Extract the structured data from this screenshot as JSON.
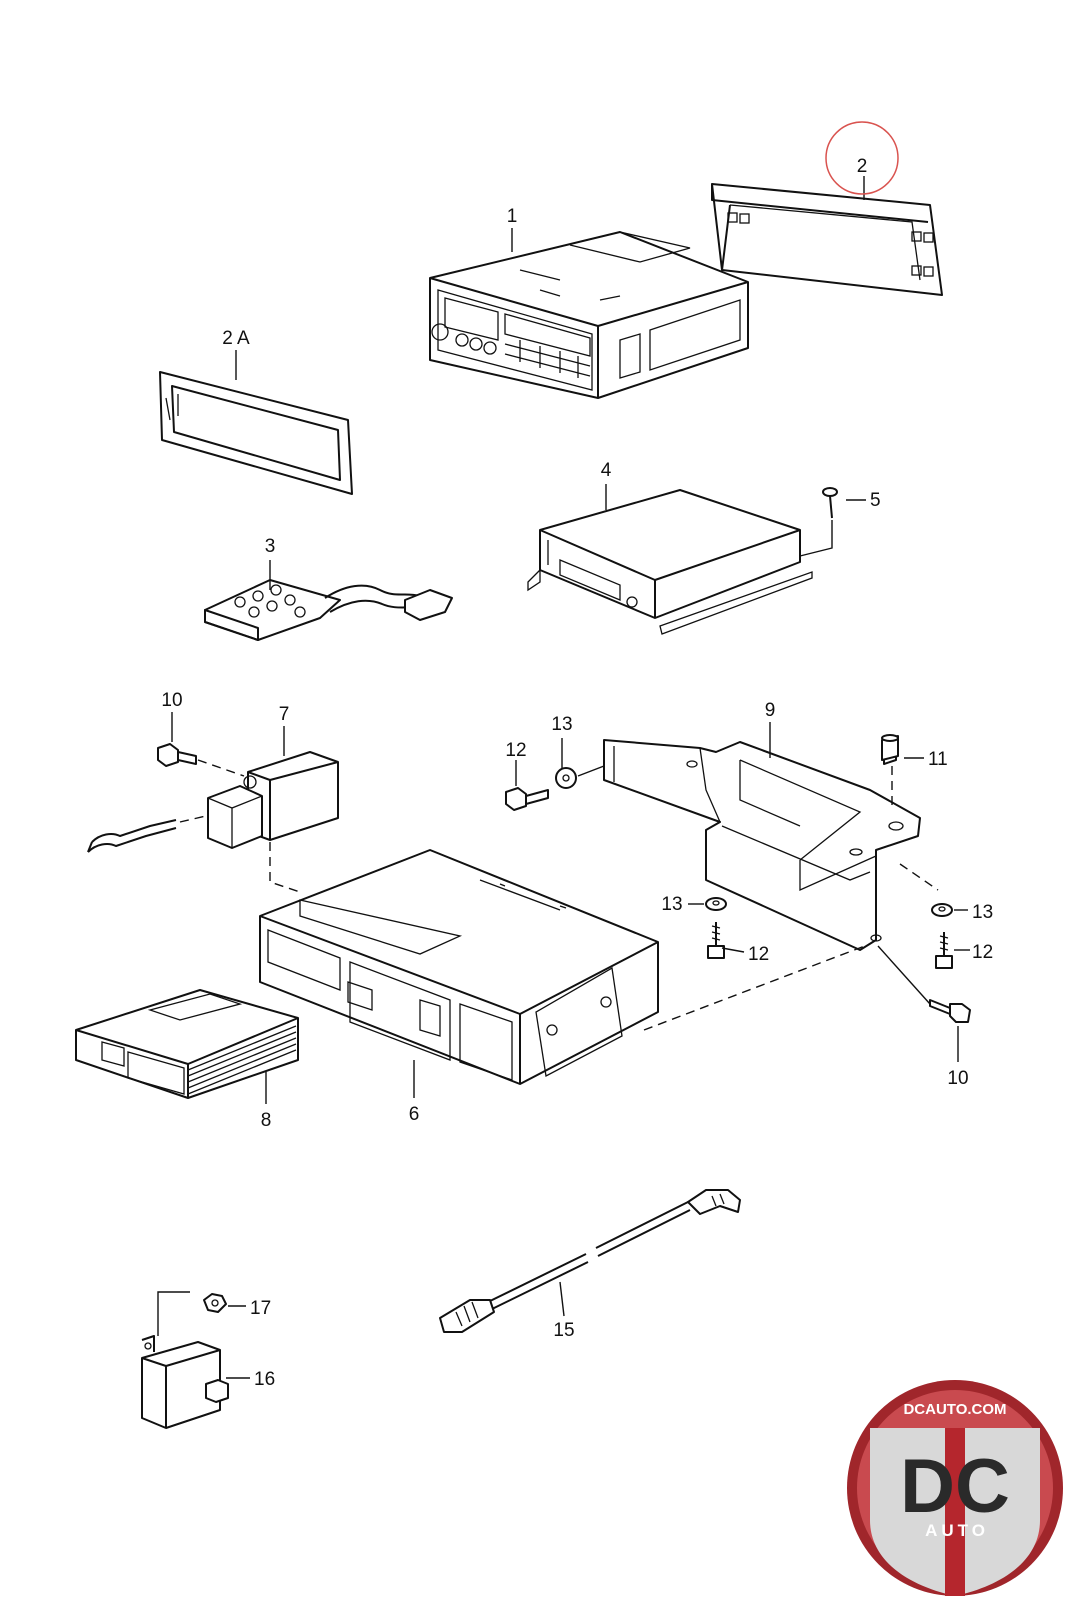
{
  "callouts": [
    {
      "id": "callout-1",
      "text": "1"
    },
    {
      "id": "callout-2",
      "text": "2"
    },
    {
      "id": "callout-2a",
      "text": "2 A"
    },
    {
      "id": "callout-3",
      "text": "3"
    },
    {
      "id": "callout-4",
      "text": "4"
    },
    {
      "id": "callout-5",
      "text": "5"
    },
    {
      "id": "callout-6",
      "text": "6"
    },
    {
      "id": "callout-7",
      "text": "7"
    },
    {
      "id": "callout-8",
      "text": "8"
    },
    {
      "id": "callout-9",
      "text": "9"
    },
    {
      "id": "callout-10a",
      "text": "10"
    },
    {
      "id": "callout-10b",
      "text": "10"
    },
    {
      "id": "callout-11",
      "text": "11"
    },
    {
      "id": "callout-12a",
      "text": "12"
    },
    {
      "id": "callout-12b",
      "text": "12"
    },
    {
      "id": "callout-12c",
      "text": "12"
    },
    {
      "id": "callout-13a",
      "text": "13"
    },
    {
      "id": "callout-13b",
      "text": "13"
    },
    {
      "id": "callout-13c",
      "text": "13"
    },
    {
      "id": "callout-15",
      "text": "15"
    },
    {
      "id": "callout-16",
      "text": "16"
    },
    {
      "id": "callout-17",
      "text": "17"
    }
  ],
  "highlight": {
    "callout": "2",
    "color": "#d9534f"
  },
  "logo": {
    "site": "DCAUTO.COM",
    "letters": "DC",
    "sub": "AUTO",
    "colors": {
      "ring": "#a0262b",
      "inner": "#c94a4f",
      "shield": "#d8d8d8",
      "letters": "#2a2a2a"
    }
  }
}
